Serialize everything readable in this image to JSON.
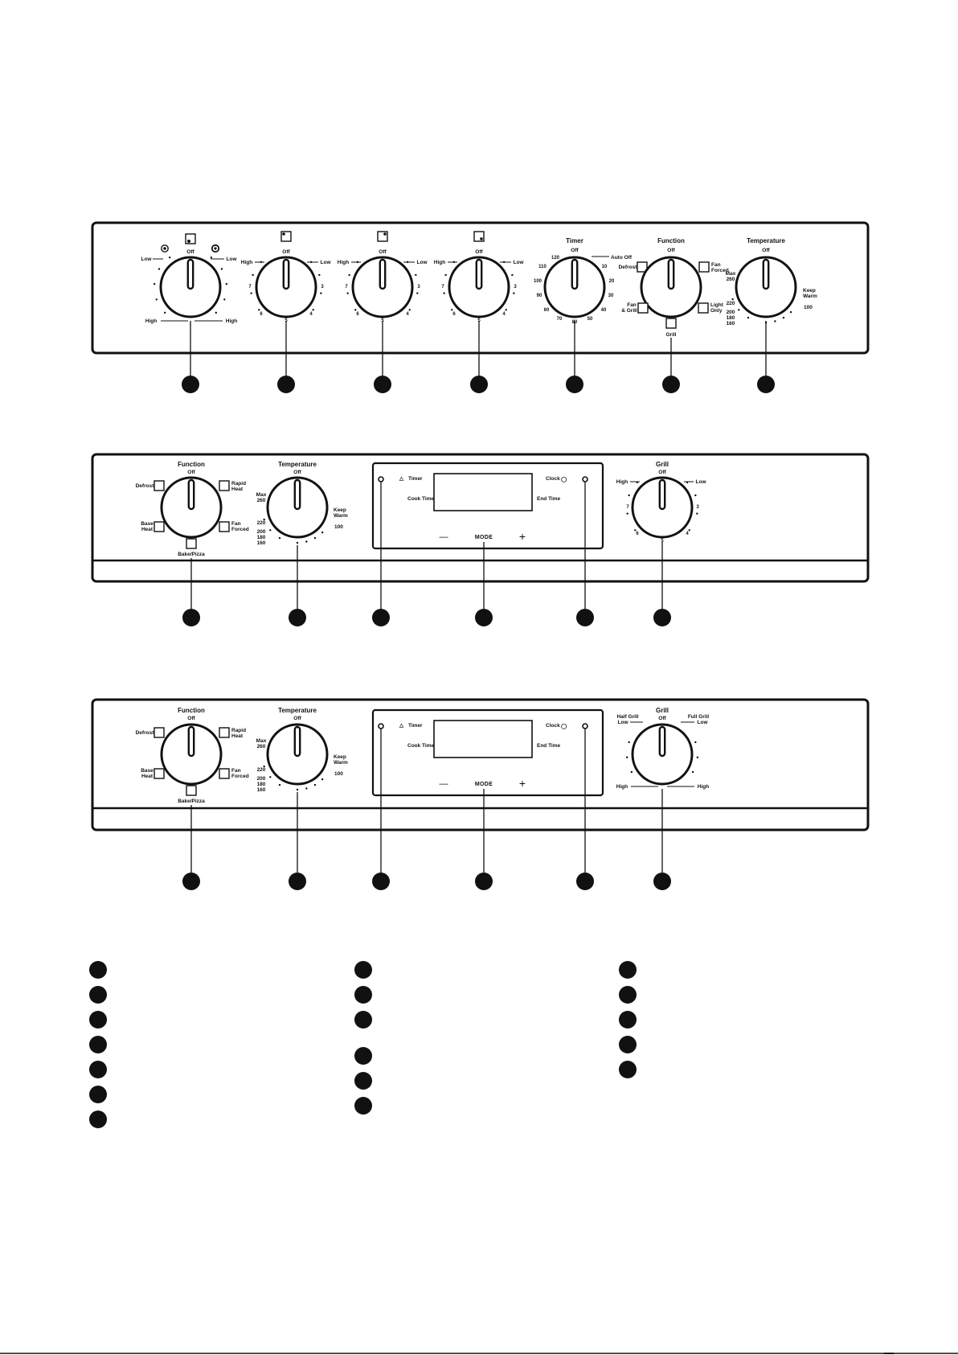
{
  "colors": {
    "ink": "#111111",
    "paper": "#ffffff"
  },
  "panel1": {
    "knobA": {
      "off": "Off",
      "low_left": "Low",
      "low_right": "Low",
      "high_left": "High",
      "high_right": "High"
    },
    "knobB": {
      "off": "Off",
      "high": "High",
      "low": "Low",
      "n7": "7",
      "n3": "3",
      "n6": "6",
      "n5": "5",
      "n4": "4"
    },
    "knobC": {
      "off": "Off",
      "high": "High",
      "low": "Low",
      "n7": "7",
      "n3": "3",
      "n6": "6",
      "n5": "5",
      "n4": "4"
    },
    "knobD": {
      "off": "Off",
      "high": "High",
      "low": "Low",
      "n7": "7",
      "n3": "3",
      "n6": "6",
      "n5": "5",
      "n4": "4"
    },
    "timer": {
      "title": "Timer",
      "off": "Off",
      "auto_off": "Auto Off",
      "t120": "120",
      "t110": "110",
      "t100": "100",
      "t90": "90",
      "t80": "80",
      "t70": "70",
      "t60": "60",
      "t50": "50",
      "t40": "40",
      "t30": "30",
      "t20": "20",
      "t10": "10"
    },
    "function": {
      "title": "Function",
      "off": "Off",
      "defrost": "Defrost",
      "fan_forced_1": "Fan",
      "fan_forced_2": "Forced",
      "fan_grill_1": "Fan",
      "fan_grill_2": "& Grill",
      "light_only_1": "Light",
      "light_only_2": "Only",
      "grill": "Grill"
    },
    "temperature": {
      "title": "Temperature",
      "off": "Off",
      "max": "Max",
      "t260": "260",
      "t220": "220",
      "t200": "200",
      "t180": "180",
      "t160": "160",
      "keep": "Keep",
      "warm": "Warm",
      "t100": "100"
    }
  },
  "panel2": {
    "function": {
      "title": "Function",
      "off": "Off",
      "defrost": "Defrost",
      "rapid_1": "Rapid",
      "rapid_2": "Heat",
      "base_1": "Base",
      "base_2": "Heat",
      "fan_1": "Fan",
      "fan_2": "Forced",
      "bake": "Bake/Pizza"
    },
    "temperature": {
      "title": "Temperature",
      "off": "Off",
      "max": "Max",
      "t260": "260",
      "t220": "220",
      "t200": "200",
      "t180": "180",
      "t160": "160",
      "keep": "Keep",
      "warm": "Warm",
      "t100": "100"
    },
    "display": {
      "timer": "Timer",
      "cook_time": "Cook Time",
      "clock": "Clock",
      "end_time": "End Time",
      "minus": "—",
      "mode": "MODE",
      "plus": "+"
    },
    "grill": {
      "title": "Grill",
      "off": "Off",
      "high": "High",
      "low": "Low",
      "n7": "7",
      "n3": "3",
      "n6": "6",
      "n5": "5",
      "n4": "4"
    }
  },
  "panel3": {
    "function": {
      "title": "Function",
      "off": "Off",
      "defrost": "Defrost",
      "rapid_1": "Rapid",
      "rapid_2": "Heat",
      "base_1": "Base",
      "base_2": "Heat",
      "fan_1": "Fan",
      "fan_2": "Forced",
      "bake": "Bake/Pizza"
    },
    "temperature": {
      "title": "Temperature",
      "off": "Off",
      "max": "Max",
      "t260": "260",
      "t220": "220",
      "t200": "200",
      "t180": "180",
      "t160": "160",
      "keep": "Keep",
      "warm": "Warm",
      "t100": "100"
    },
    "display": {
      "timer": "Timer",
      "cook_time": "Cook Time",
      "clock": "Clock",
      "end_time": "End Time",
      "minus": "—",
      "mode": "MODE",
      "plus": "+"
    },
    "grill": {
      "title": "Grill",
      "off": "Off",
      "half_1": "Half Grill",
      "half_2": "Low",
      "full_1": "Full Grill",
      "full_2": "Low",
      "high_left": "High",
      "high_right": "High"
    }
  }
}
